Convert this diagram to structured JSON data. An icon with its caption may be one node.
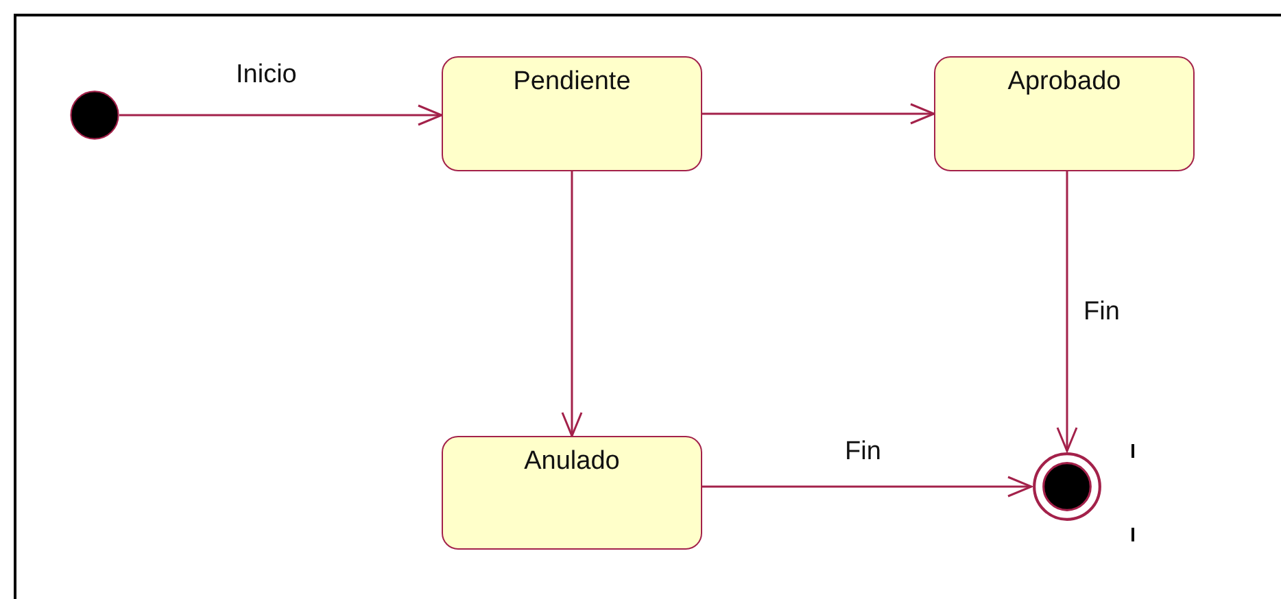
{
  "diagram": {
    "nodes": [
      {
        "text": [],
        "shape": "circle"
      },
      {
        "text": [
          "Pendiente"
        ]
      },
      {
        "text": [
          "Aprobado"
        ]
      },
      {
        "text": [
          "Anulado"
        ]
      },
      {
        "text": [],
        "shape": "bullseye"
      }
    ],
    "edges": [
      {
        "from": 0,
        "to": 1,
        "arrow": "to",
        "label": "Inicio"
      },
      {
        "from": 1,
        "to": 2,
        "arrow": "to"
      },
      {
        "from": 1,
        "to": 3,
        "arrow": "to"
      },
      {
        "from": 2,
        "to": 4,
        "arrow": "to",
        "label": "Fin"
      },
      {
        "from": 3,
        "to": 4,
        "arrow": "to",
        "label": "Fin"
      }
    ]
  }
}
